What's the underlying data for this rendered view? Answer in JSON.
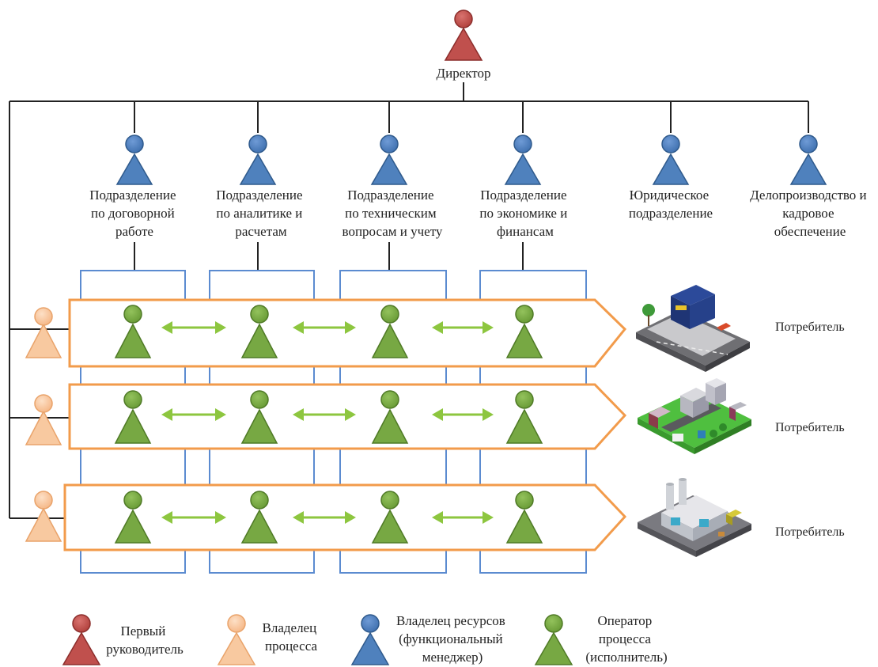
{
  "director": {
    "label": "Директор"
  },
  "departments": [
    {
      "lines": [
        "Подразделение",
        "по договорной",
        "работе"
      ]
    },
    {
      "lines": [
        "Подразделение",
        "по аналитике и",
        "расчетам"
      ]
    },
    {
      "lines": [
        "Подразделение",
        "по техническим",
        "вопросам и учету"
      ]
    },
    {
      "lines": [
        "Подразделение",
        "по экономике и",
        "финансам"
      ]
    },
    {
      "lines": [
        "Юридическое",
        "подразделение"
      ]
    },
    {
      "lines": [
        "Делопроизводство и",
        "кадровое",
        "обеспечение"
      ]
    }
  ],
  "processes": [
    {
      "consumer": "Потребитель",
      "scene": "store"
    },
    {
      "consumer": "Потребитель",
      "scene": "city"
    },
    {
      "consumer": "Потребитель",
      "scene": "factory"
    }
  ],
  "legend": [
    {
      "role": "first-leader",
      "lines": [
        "Первый",
        "руководитель"
      ],
      "color": "#c0504d"
    },
    {
      "role": "process-owner",
      "lines": [
        "Владелец",
        "процесса"
      ],
      "color": "#f8c9a0"
    },
    {
      "role": "resource-owner",
      "lines": [
        "Владелец ресурсов",
        "(функциональный",
        "менеджер)"
      ],
      "color": "#4f81bd"
    },
    {
      "role": "process-operator",
      "lines": [
        "Оператор",
        "процесса",
        "(исполнитель)"
      ],
      "color": "#77a843"
    }
  ],
  "colors": {
    "red": "#c0504d",
    "red_stroke": "#8c2e2c",
    "blue": "#4f81bd",
    "blue_stroke": "#2f5a8c",
    "green": "#77a843",
    "green_stroke": "#4f7a26",
    "orange_light": "#f8c9a0",
    "orange_stroke": "#e9a36a",
    "arrow": "#8dc63f",
    "lane_border": "#f29b4b",
    "column_border": "#5b8bd0"
  }
}
